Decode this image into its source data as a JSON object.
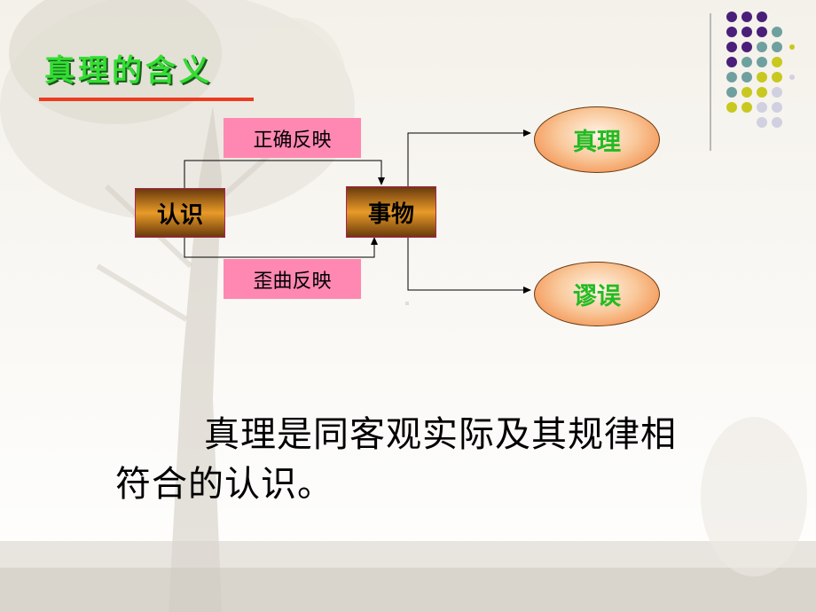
{
  "slide": {
    "title": "真理的含义",
    "nodes": {
      "cognition": "认识",
      "object": "事物"
    },
    "edges": {
      "correct": "正确反映",
      "distorted": "歪曲反映"
    },
    "outcomes": {
      "truth": "真理",
      "error": "谬误"
    },
    "definition": "真理是同客观实际及其规律相符合的认识。"
  },
  "colors": {
    "title_green": "#33dd33",
    "title_underline": "#ee3a1e",
    "label_pink": "#ff88b2",
    "box_brown": "#e89b28",
    "oval_orange": "#f07a30",
    "oval_text_green": "#22bb22",
    "dot_purple": "#4a1f7a",
    "dot_teal": "#6fa0a0",
    "dot_olive": "#c8c820",
    "dot_lavender": "#d0d0e0"
  }
}
